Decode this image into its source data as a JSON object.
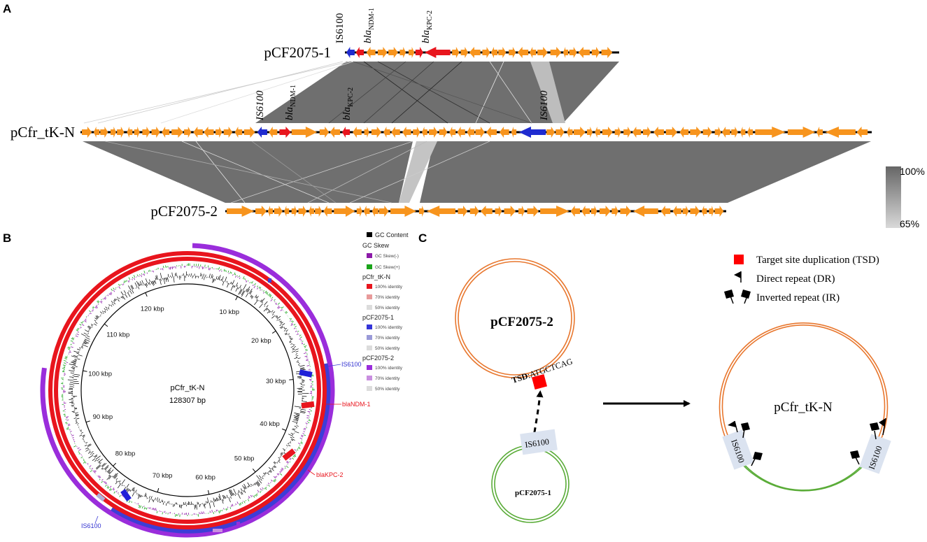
{
  "panels": {
    "a": "A",
    "b": "B",
    "c": "C"
  },
  "panel_a": {
    "tracks": [
      {
        "label": "pCF2075-1"
      },
      {
        "label": "pCfr_tK-N"
      },
      {
        "label": "pCF2075-2"
      }
    ],
    "gene_labels": {
      "is6100_top": "IS6100",
      "ndm_top_base": "bla",
      "ndm_top_sub": "NDM-1",
      "kpc_top_base": "bla",
      "kpc_top_sub": "KPC-2",
      "is6100_mid_left": "IS6100",
      "ndm_mid_base": "bla",
      "ndm_mid_sub": "NDM-1",
      "kpc_mid_base": "bla",
      "kpc_mid_sub": "KPC-2",
      "is6100_mid_right": "IS6100"
    },
    "scale": {
      "max": "100%",
      "min": "65%"
    },
    "colors": {
      "gene": "#f7941d",
      "resistance": "#e8151d",
      "insertion": "#1f2bd0",
      "homology": "#6d6d6d"
    }
  },
  "panel_b": {
    "center_title": "pCfr_tK-N",
    "center_size": "128307 bp",
    "kbp_labels": [
      "10 kbp",
      "20 kbp",
      "30 kbp",
      "40 kbp",
      "50 kbp",
      "60 kbp",
      "70 kbp",
      "80 kbp",
      "90 kbp",
      "100 kbp",
      "110 kbp",
      "120 kbp"
    ],
    "annotations": {
      "is6100_a": "IS6100",
      "ndm": "blaNDM-1",
      "kpc": "blaKPC-2",
      "is6100_b": "IS6100"
    },
    "legend": {
      "gc_content": "GC Content",
      "gc_skew": "GC Skew",
      "gc_skew_neg": "GC Skew(-)",
      "gc_skew_pos": "GC Skew(+)",
      "rings": [
        {
          "name": "pCfr_tK-N",
          "items": [
            "100% identity",
            "70% identity",
            "50% identity"
          ],
          "colors": [
            "#e8151d",
            "#e89a9a",
            "#dcdcdc"
          ]
        },
        {
          "name": "pCF2075-1",
          "items": [
            "100% identity",
            "70% identity",
            "50% identity"
          ],
          "colors": [
            "#3434d8",
            "#9a9ad8",
            "#dcdcdc"
          ]
        },
        {
          "name": "pCF2075-2",
          "items": [
            "100% identity",
            "70% identity",
            "50% identity"
          ],
          "colors": [
            "#9a2ddb",
            "#c98fe0",
            "#dcdcdc"
          ]
        }
      ]
    }
  },
  "panel_c": {
    "legend": {
      "tsd": "Target site duplication (TSD)",
      "dr": "Direct repeat (DR)",
      "ir": "Inverted repeat (IR)"
    },
    "plasmid_big": "pCF2075-2",
    "plasmid_small": "pCF2075-1",
    "plasmid_result": "pCfr_tK-N",
    "tsd_prefix": "TSD",
    "tsd_seq": ":ATGCTCAG",
    "is_small": "IS6100",
    "is_left": "IS6100",
    "is_right": "IS6100",
    "colors": {
      "orange": "#e8772e",
      "green": "#5aac38",
      "is_box": "#dbe3f0",
      "tsd": "#ff0000"
    }
  }
}
